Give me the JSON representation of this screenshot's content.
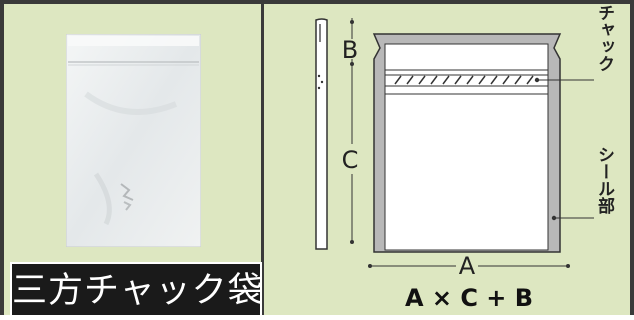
{
  "product": {
    "name": "三方チャック袋"
  },
  "diagram": {
    "label_a": "A",
    "label_b": "B",
    "label_c": "C",
    "zipper_label": "チャック",
    "seal_label": "シール部",
    "formula": "A × C + B"
  },
  "colors": {
    "panel_bg": "#dde7c1",
    "border": "#3a3a3a",
    "seal_gray": "#b8b8b8",
    "label_bg": "#1a1a1a"
  }
}
